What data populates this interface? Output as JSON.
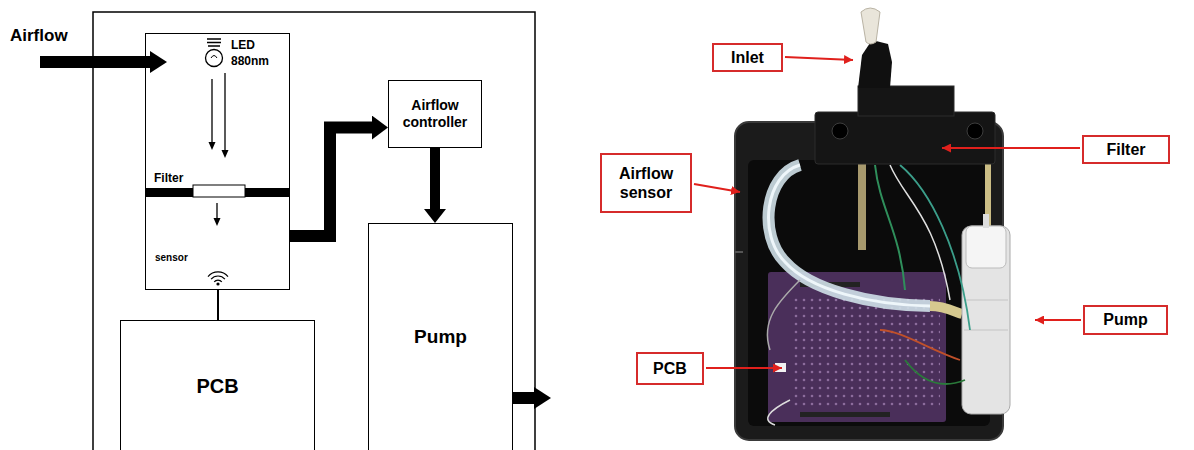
{
  "diagram": {
    "nodes": [
      {
        "text": [
          "LED 880nm",
          "Filter",
          "sensor"
        ]
      },
      {
        "text": [
          "Airflow controller"
        ]
      },
      {
        "text": [
          "PCB"
        ]
      },
      {
        "text": [
          "Pump"
        ]
      },
      {
        "text": [
          "Inlet"
        ]
      },
      {
        "text": [
          "Filter"
        ]
      },
      {
        "text": [
          "Airflow sensor"
        ]
      },
      {
        "text": [
          "Pump"
        ]
      },
      {
        "text": [
          "PCB"
        ]
      }
    ],
    "edges": [
      {
        "from": 0,
        "to": 1,
        "arrow": "to"
      },
      {
        "from": 1,
        "to": 3,
        "arrow": "to"
      },
      {
        "from": 0,
        "to": 2,
        "arrow": "none"
      }
    ],
    "labels": [
      "Airflow"
    ]
  }
}
